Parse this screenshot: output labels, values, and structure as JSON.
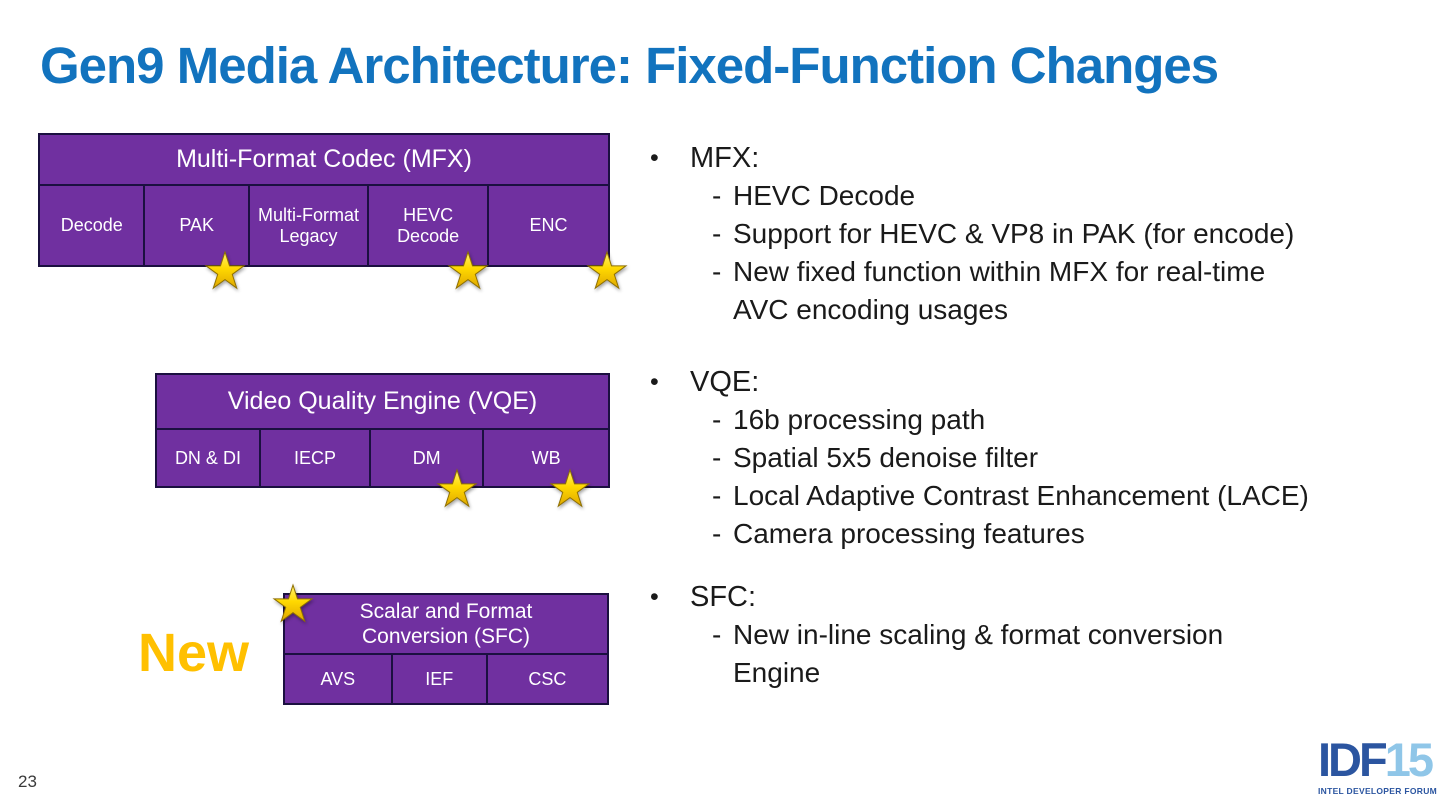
{
  "slide": {
    "title": "Gen9 Media Architecture: Fixed-Function Changes",
    "page_number": "23"
  },
  "colors": {
    "title_blue": "#1273BE",
    "box_purple": "#7030A0",
    "box_border": "#1B1040",
    "star_gold": "#FFD900",
    "new_label_gold": "#FFC000",
    "logo_dark_blue": "#2B55A0",
    "logo_light_blue": "#8FC6E8",
    "body_text": "#1A1A1A"
  },
  "diagrams": {
    "mfx": {
      "title": "Multi-Format Codec (MFX)",
      "cells": [
        "Decode",
        "PAK",
        "Multi-Format Legacy",
        "HEVC Decode",
        "ENC"
      ]
    },
    "vqe": {
      "title": "Video Quality Engine (VQE)",
      "cells": [
        "DN & DI",
        "IECP",
        "DM",
        "WB"
      ]
    },
    "sfc": {
      "title_line1": "Scalar and Format",
      "title_line2": "Conversion (SFC)",
      "cells": [
        "AVS",
        "IEF",
        "CSC"
      ]
    },
    "new_label": "New"
  },
  "right_panel": {
    "groups": [
      {
        "heading": "MFX:",
        "items": [
          {
            "lines": [
              "HEVC Decode"
            ]
          },
          {
            "lines": [
              "Support for HEVC & VP8 in PAK (for encode)"
            ]
          },
          {
            "lines": [
              "New fixed function within MFX for real-time",
              "AVC encoding usages"
            ]
          }
        ]
      },
      {
        "heading": "VQE:",
        "items": [
          {
            "lines": [
              "16b processing path"
            ]
          },
          {
            "lines": [
              "Spatial 5x5 denoise filter"
            ]
          },
          {
            "lines": [
              "Local Adaptive Contrast Enhancement (LACE)"
            ]
          },
          {
            "lines": [
              "Camera processing features"
            ]
          }
        ]
      },
      {
        "heading": "SFC:",
        "items": [
          {
            "lines": [
              "New in-line scaling & format conversion",
              "Engine"
            ]
          }
        ]
      }
    ]
  },
  "logo": {
    "idf": "IDF",
    "year": "15",
    "subtitle": "INTEL DEVELOPER FORUM"
  }
}
